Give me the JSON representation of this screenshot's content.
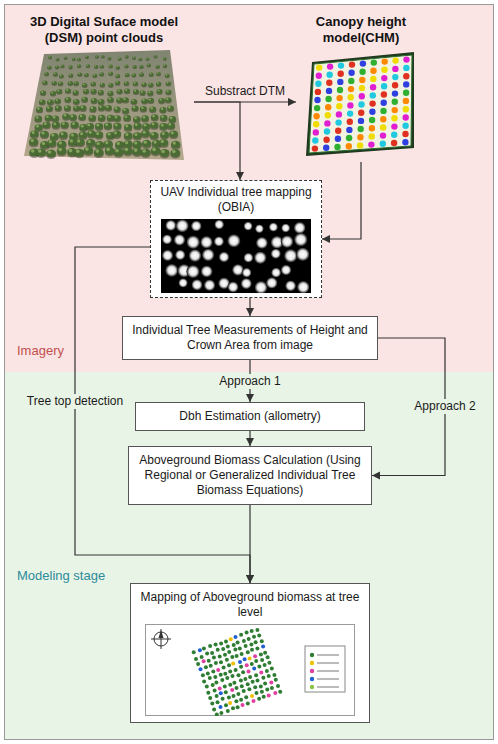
{
  "diagram": {
    "nodes": [
      {
        "text": [
          "Imagery"
        ]
      },
      {
        "text": [
          "3D Digital Suface model (DSM) point clouds"
        ],
        "in": 0
      },
      {
        "text": [
          "Canopy height model(CHM)"
        ],
        "in": 0
      },
      {
        "text": [
          "UAV Individual tree mapping (OBIA)"
        ],
        "in": 0
      },
      {
        "text": [
          "Individual Tree Measurements of Height and Crown Area from image"
        ],
        "in": 0
      },
      {
        "text": [
          "Modeling stage"
        ]
      },
      {
        "text": [
          "Dbh Estimation (allometry)"
        ],
        "in": 5
      },
      {
        "text": [
          "Aboveground Biomass Calculation (Using Regional or Generalized Individual Tree Biomass Equations)"
        ],
        "in": 5
      },
      {
        "text": [
          "Mapping of Aboveground biomass at tree level"
        ],
        "in": 5
      }
    ],
    "edges": [
      {
        "from": 1,
        "to": 2,
        "label": "Substract DTM",
        "arrow": "to"
      },
      {
        "from": 1,
        "to": 3,
        "arrow": "to"
      },
      {
        "from": 2,
        "to": 3,
        "arrow": "to"
      },
      {
        "from": 3,
        "to": 4,
        "arrow": "to"
      },
      {
        "from": 4,
        "to": 6,
        "label": "Approach 1",
        "arrow": "to"
      },
      {
        "from": 4,
        "to": 7,
        "label": "Approach 2",
        "arrow": "to"
      },
      {
        "from": 6,
        "to": 7,
        "arrow": "to"
      },
      {
        "from": 3,
        "to": 8,
        "label": "Tree top detection",
        "arrow": "to"
      },
      {
        "from": 7,
        "to": 8,
        "arrow": "to"
      }
    ]
  }
}
